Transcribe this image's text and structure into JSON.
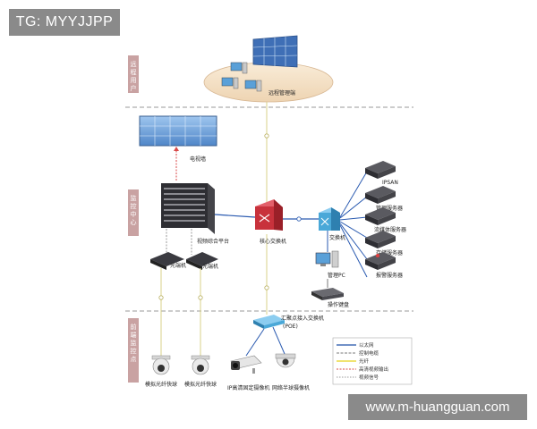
{
  "watermark_top": "TG: MYYJJPP",
  "watermark_bottom": "www.m-huangguan.com",
  "zones": {
    "remote": "远程用户",
    "monitor": "监控中心",
    "front": "前端监控点"
  },
  "labels": {
    "remote_mgmt": "远程管理端",
    "video_wall": "电视墙",
    "video_platform": "视频综合平台",
    "optical_left": "光端机",
    "optical_right": "光端机",
    "core_switch": "核心交换机",
    "switch": "交换机",
    "ipsan": "IPSAN",
    "mgmt_server": "管理服务器",
    "stream_server": "流媒体服务器",
    "storage_server": "存储服务器",
    "alarm_server": "报警服务器",
    "mgmt_pc": "管理PC",
    "keyboard": "操作键盘",
    "poe_switch_line1": "汇聚点接入交换机",
    "poe_switch_line2": "(POE)",
    "cam1": "模拟光纤快球",
    "cam2": "模拟光纤快球",
    "cam3": "IP高清固定摄像机",
    "cam4": "网络半球摄像机"
  },
  "legend": [
    {
      "text": "以太网",
      "color": "#1f4fa8"
    },
    {
      "text": "控制电缆",
      "color": "#7a7a7a"
    },
    {
      "text": "光纤",
      "color": "#e8d21a"
    },
    {
      "text": "高清视频输出",
      "color": "#d94a4a"
    },
    {
      "text": "视频信号",
      "color": "#9a9a9a"
    }
  ],
  "colors": {
    "zone_bar": "#c9a2a2",
    "fiber": "#d9d28a",
    "ethernet": "#2a5ab0",
    "switch_red": "#c8323c",
    "switch_cyan": "#4aa8d8",
    "device_dark": "#2e2e33"
  }
}
